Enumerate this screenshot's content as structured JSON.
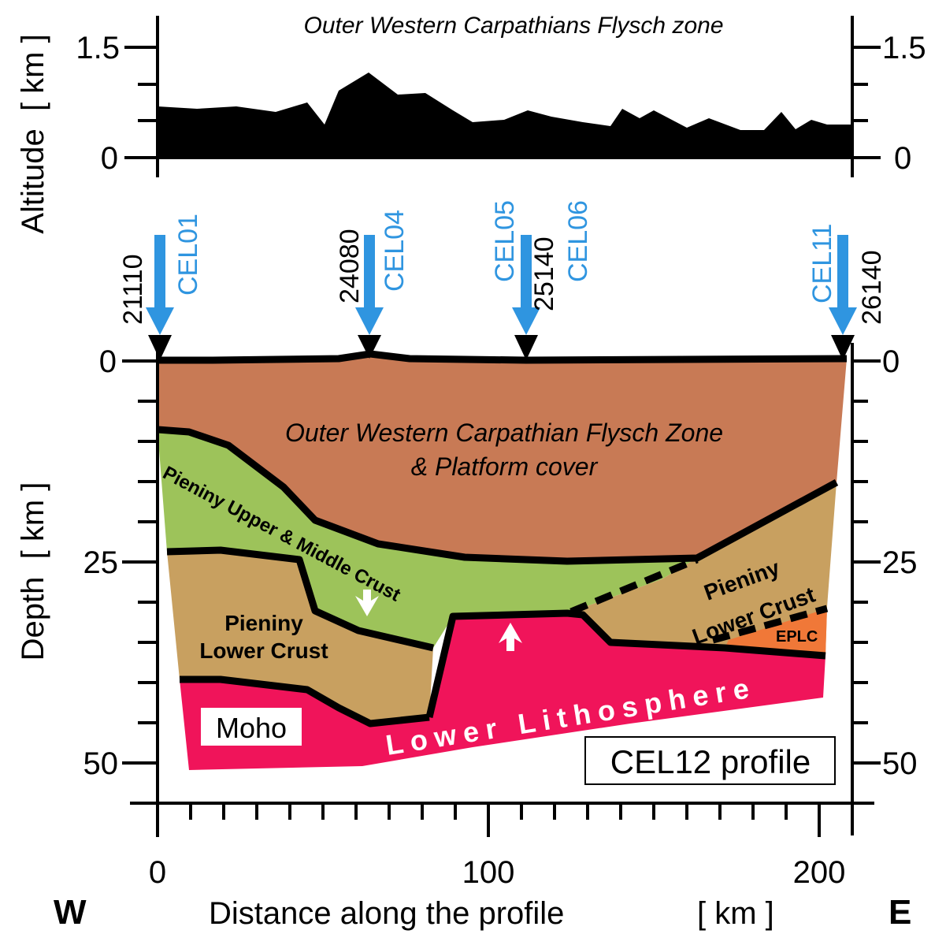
{
  "title": "Outer Western Carpathians Flysch zone",
  "labels": {
    "altitude_axis": "Altitude  [ km ]",
    "depth_axis": "Depth  [ km ]",
    "distance_axis": "Distance along the profile",
    "distance_unit": "[ km ]",
    "west": "W",
    "east": "E",
    "profile_name": "CEL12 profile",
    "moho": "Moho"
  },
  "altitude_ticks": [
    "1.5",
    "0"
  ],
  "depth_ticks": [
    "0",
    "25",
    "50"
  ],
  "distance_ticks": [
    "0",
    "100",
    "200"
  ],
  "stations": [
    {
      "id": "CEL01",
      "number": "21110"
    },
    {
      "id": "CEL04",
      "number": "24080"
    },
    {
      "id": "CEL05",
      "number": "25140",
      "id2": "CEL06"
    },
    {
      "id": "CEL11",
      "number": "26140"
    }
  ],
  "layers": {
    "flysch_line1": "Outer Western Carpathian Flysch Zone",
    "flysch_line2": "& Platform cover",
    "pieniny_upper": "Pieniny Upper & Middle Crust",
    "pieniny_lower_left_1": "Pieniny",
    "pieniny_lower_left_2": "Lower Crust",
    "pieniny_lower_right_1": "Pieniny",
    "pieniny_lower_right_2": "Lower Crust",
    "eplc": "EPLC",
    "lower_lithosphere": "Lower Lithosphere"
  },
  "colors": {
    "flysch": "#c87a55",
    "upper_crust": "#9dc35a",
    "lower_crust": "#c8a060",
    "lithosphere": "#f0145a",
    "eplc": "#f07838",
    "station_arrow": "#2f95e0",
    "station_text": "#2f95e0"
  }
}
